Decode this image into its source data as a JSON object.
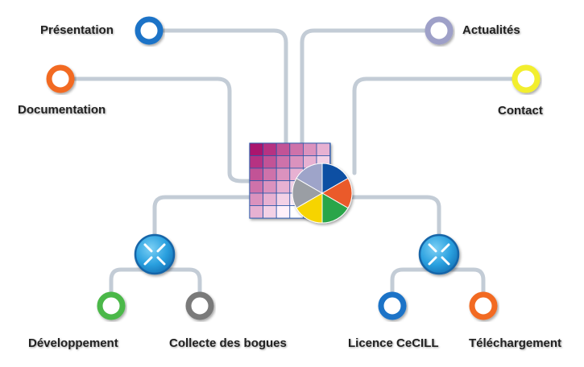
{
  "nav": {
    "presentation": {
      "label": "Présentation",
      "color": "#1a73c7"
    },
    "actualites": {
      "label": "Actualités",
      "color": "#9ea0c8"
    },
    "documentation": {
      "label": "Documentation",
      "color": "#f26a21"
    },
    "contact": {
      "label": "Contact",
      "color": "#f2ee2e"
    },
    "developpement": {
      "label": "Développement",
      "color": "#4cb848"
    },
    "collecte": {
      "label": "Collecte des bogues",
      "color": "#7a7a7a"
    },
    "licence": {
      "label": "Licence CeCILL",
      "color": "#1a73c7"
    },
    "telechargement": {
      "label": "Téléchargement",
      "color": "#f26a21"
    }
  },
  "hubs": {
    "left_icon": "arrows-in-icon",
    "right_icon": "arrows-in-icon",
    "color": "#29a3e0"
  },
  "center": {
    "icon": "spreadsheet-piechart-icon",
    "pie_colors": [
      "#0b4fa3",
      "#ea5a2b",
      "#2aa54a",
      "#f6d400",
      "#9a9ea4",
      "#9ea4c9"
    ]
  },
  "line_color": "#c3ccd6"
}
